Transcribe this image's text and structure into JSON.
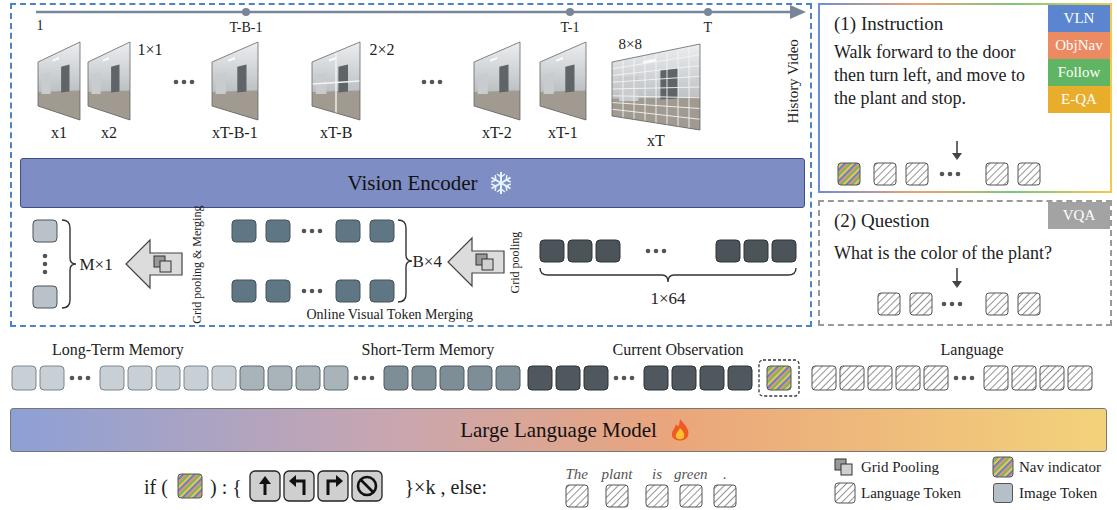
{
  "diagram": {
    "nodes": [
      {
        "text": [
          "History Video"
        ]
      },
      {
        "text": [
          "Vision Encoder"
        ],
        "in": 0
      },
      {
        "text": [
          "(1) Instruction",
          "Walk forward to the door then turn left, and move to the plant and stop."
        ]
      },
      {
        "text": [
          "VLN"
        ],
        "in": 2
      },
      {
        "text": [
          "ObjNav"
        ],
        "in": 2
      },
      {
        "text": [
          "Follow"
        ],
        "in": 2
      },
      {
        "text": [
          "E-QA"
        ],
        "in": 2
      },
      {
        "text": [
          "(2) Question",
          "What is the color of the plant?"
        ]
      },
      {
        "text": [
          "VQA"
        ],
        "in": 7
      },
      {
        "text": [
          "Large Language Model"
        ]
      }
    ],
    "labels": [
      "1",
      "T-B-1",
      "T-1",
      "T",
      "1×1",
      "2×2",
      "8×8",
      "x1",
      "x2",
      "xT-B-1",
      "xT-B",
      "xT-2",
      "xT-1",
      "xT",
      "M×1",
      "Grid pooling & Merging",
      "B×4",
      "Grid pooling",
      "1×64",
      "Online Visual Token Merging",
      "Long-Term Memory",
      "Short-Term Memory",
      "Current Observation",
      "Language",
      "if (",
      ") : {",
      "}×k , else:",
      "The",
      "plant",
      "is",
      "green",
      "."
    ],
    "legend": [
      {
        "text": "Grid Pooling"
      },
      {
        "text": "Nav indicator"
      },
      {
        "text": "Language Token"
      },
      {
        "text": "Image Token",
        "color": "#b5bfc7"
      }
    ]
  }
}
